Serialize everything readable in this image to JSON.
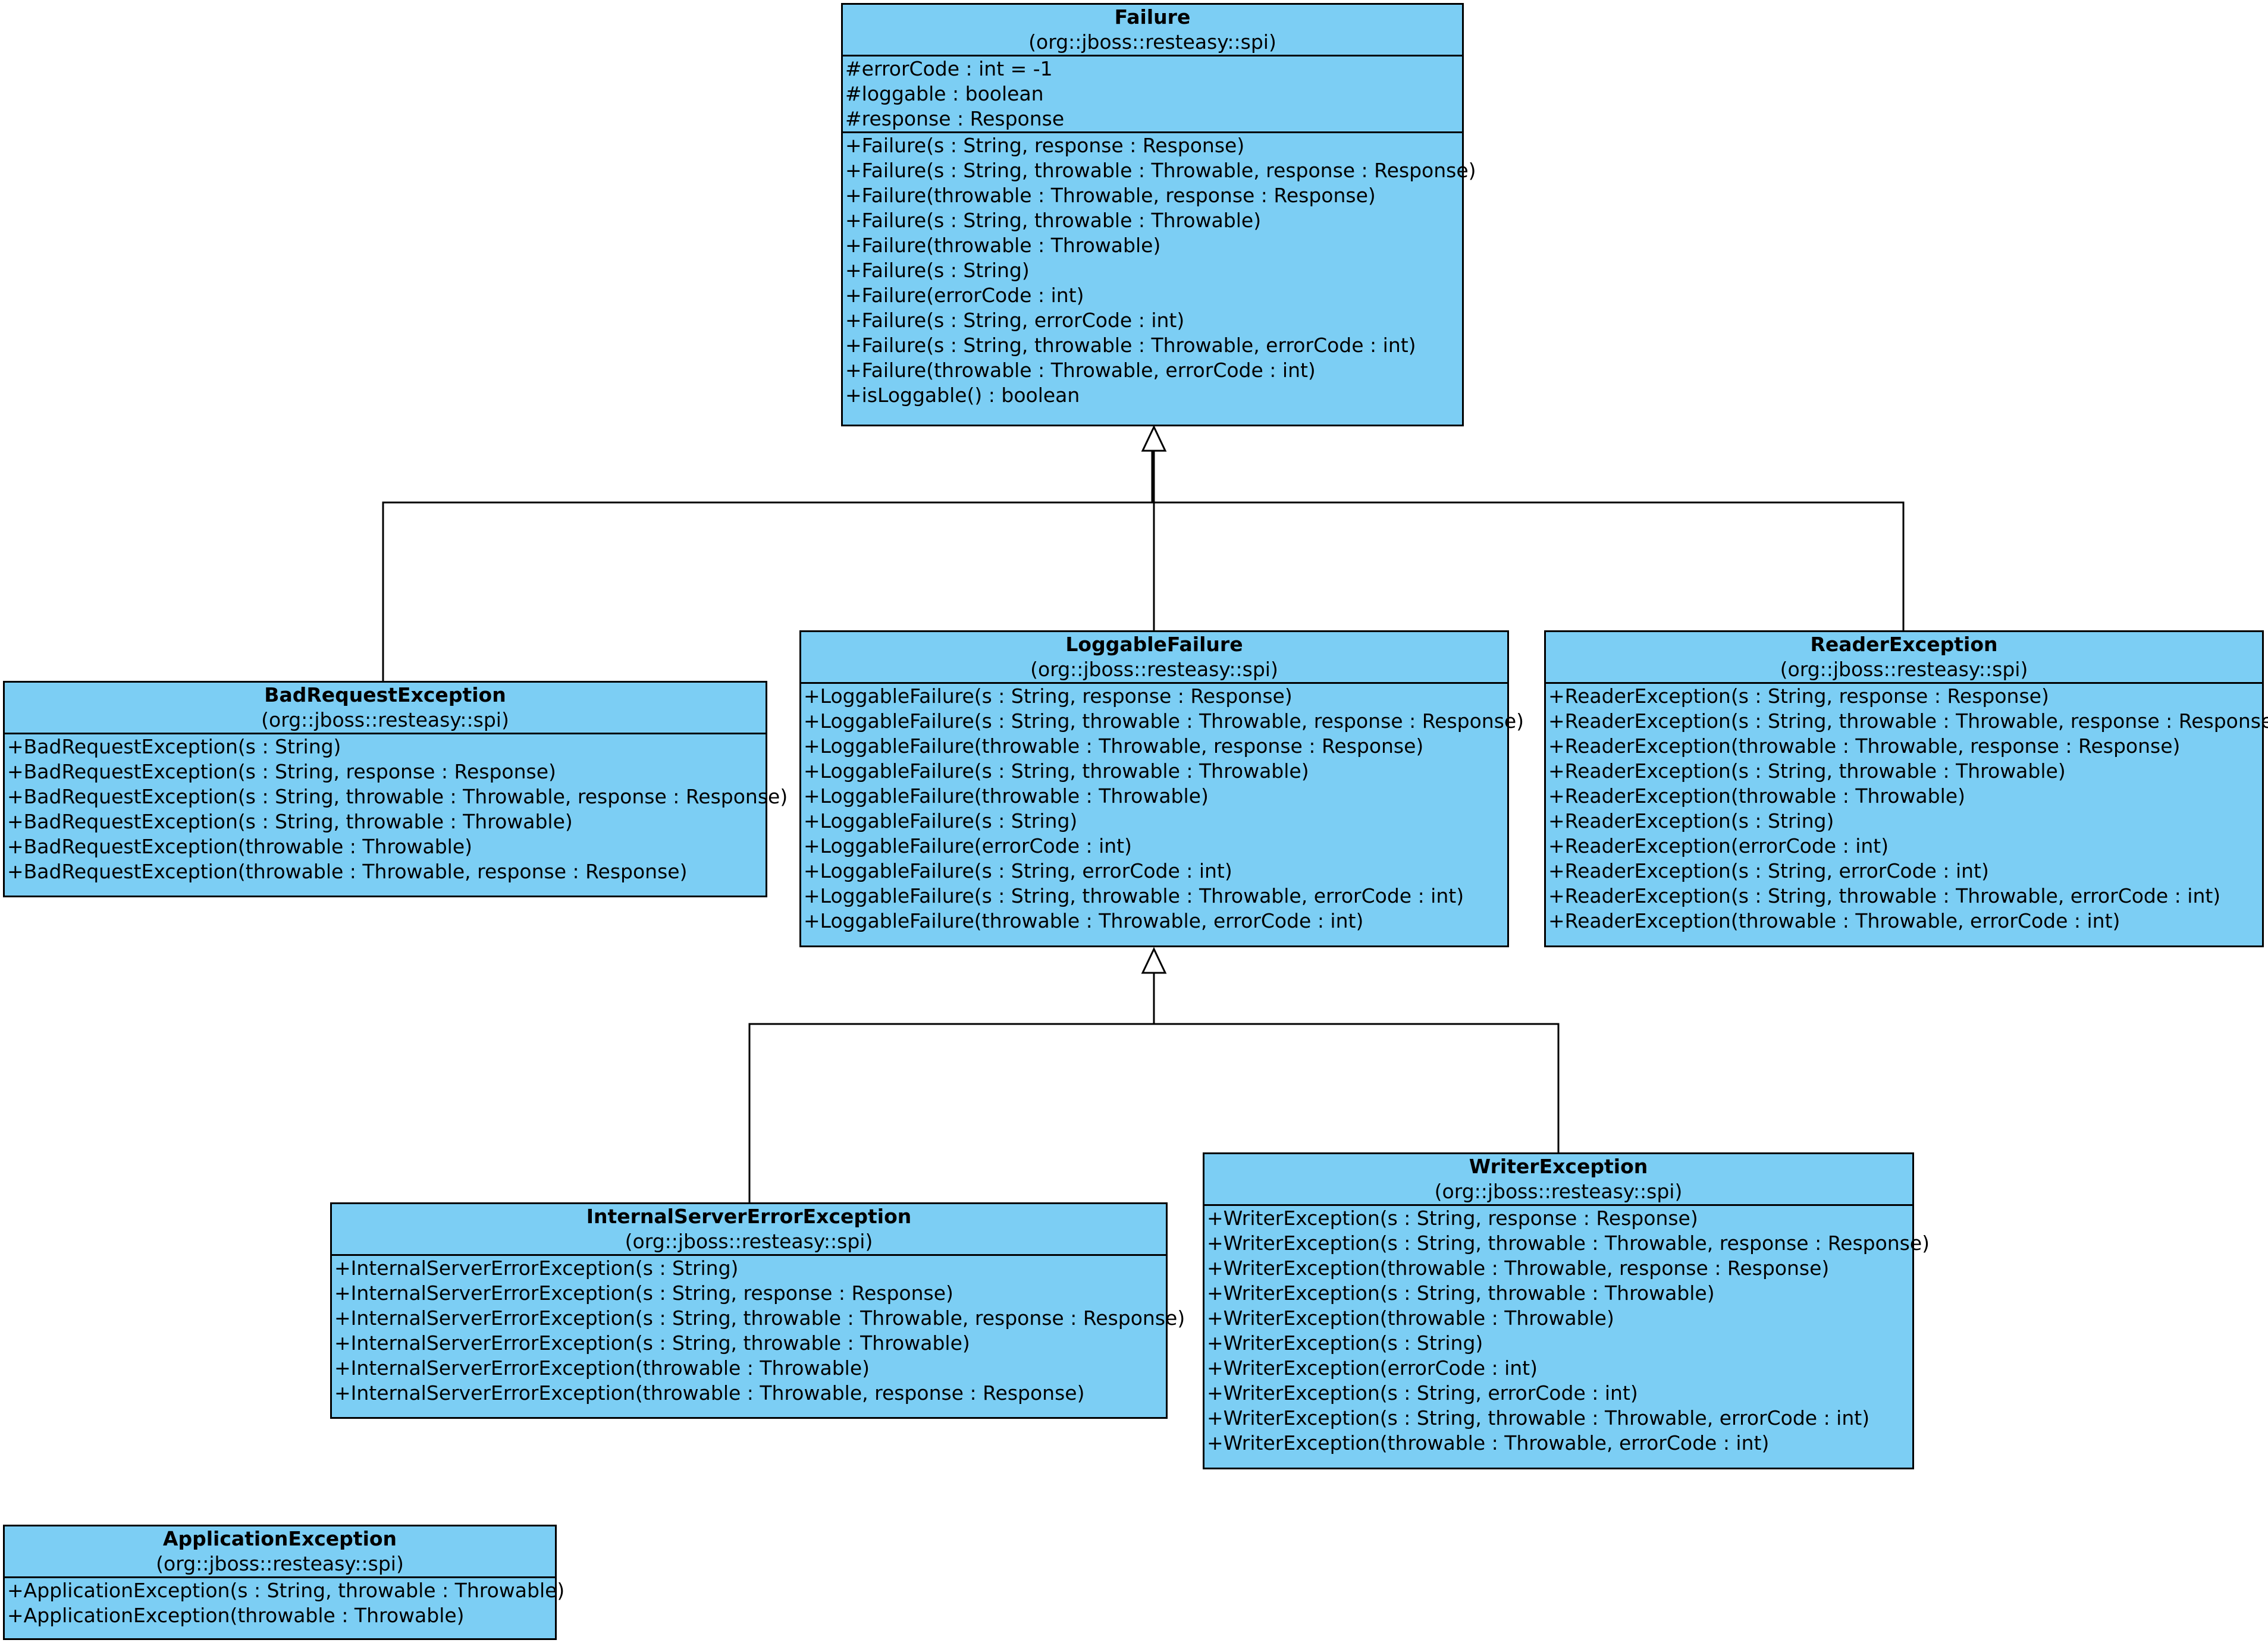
{
  "colors": {
    "class_fill": "#7ccef4",
    "line": "#000000",
    "background": "#ffffff"
  },
  "classes": {
    "failure": {
      "name": "Failure",
      "package": "(org::jboss::resteasy::spi)",
      "attributes": [
        "#errorCode : int = -1",
        "#loggable : boolean",
        "#response : Response"
      ],
      "operations": [
        "+Failure(s : String, response : Response)",
        "+Failure(s : String, throwable : Throwable, response : Response)",
        "+Failure(throwable : Throwable, response : Response)",
        "+Failure(s : String, throwable : Throwable)",
        "+Failure(throwable : Throwable)",
        "+Failure(s : String)",
        "+Failure(errorCode : int)",
        "+Failure(s : String, errorCode : int)",
        "+Failure(s : String, throwable : Throwable, errorCode : int)",
        "+Failure(throwable : Throwable, errorCode : int)",
        "+isLoggable() : boolean"
      ]
    },
    "bad_request": {
      "name": "BadRequestException",
      "package": "(org::jboss::resteasy::spi)",
      "operations": [
        "+BadRequestException(s : String)",
        "+BadRequestException(s : String, response : Response)",
        "+BadRequestException(s : String, throwable : Throwable, response : Response)",
        "+BadRequestException(s : String, throwable : Throwable)",
        "+BadRequestException(throwable : Throwable)",
        "+BadRequestException(throwable : Throwable, response : Response)"
      ]
    },
    "loggable_failure": {
      "name": "LoggableFailure",
      "package": "(org::jboss::resteasy::spi)",
      "operations": [
        "+LoggableFailure(s : String, response : Response)",
        "+LoggableFailure(s : String, throwable : Throwable, response : Response)",
        "+LoggableFailure(throwable : Throwable, response : Response)",
        "+LoggableFailure(s : String, throwable : Throwable)",
        "+LoggableFailure(throwable : Throwable)",
        "+LoggableFailure(s : String)",
        "+LoggableFailure(errorCode : int)",
        "+LoggableFailure(s : String, errorCode : int)",
        "+LoggableFailure(s : String, throwable : Throwable, errorCode : int)",
        "+LoggableFailure(throwable : Throwable, errorCode : int)"
      ]
    },
    "reader_exception": {
      "name": "ReaderException",
      "package": "(org::jboss::resteasy::spi)",
      "operations": [
        "+ReaderException(s : String, response : Response)",
        "+ReaderException(s : String, throwable : Throwable, response : Response)",
        "+ReaderException(throwable : Throwable, response : Response)",
        "+ReaderException(s : String, throwable : Throwable)",
        "+ReaderException(throwable : Throwable)",
        "+ReaderException(s : String)",
        "+ReaderException(errorCode : int)",
        "+ReaderException(s : String, errorCode : int)",
        "+ReaderException(s : String, throwable : Throwable, errorCode : int)",
        "+ReaderException(throwable : Throwable, errorCode : int)"
      ]
    },
    "internal_server_error": {
      "name": "InternalServerErrorException",
      "package": "(org::jboss::resteasy::spi)",
      "operations": [
        "+InternalServerErrorException(s : String)",
        "+InternalServerErrorException(s : String, response : Response)",
        "+InternalServerErrorException(s : String, throwable : Throwable, response : Response)",
        "+InternalServerErrorException(s : String, throwable : Throwable)",
        "+InternalServerErrorException(throwable : Throwable)",
        "+InternalServerErrorException(throwable : Throwable, response : Response)"
      ]
    },
    "writer_exception": {
      "name": "WriterException",
      "package": "(org::jboss::resteasy::spi)",
      "operations": [
        "+WriterException(s : String, response : Response)",
        "+WriterException(s : String, throwable : Throwable, response : Response)",
        "+WriterException(throwable : Throwable, response : Response)",
        "+WriterException(s : String, throwable : Throwable)",
        "+WriterException(throwable : Throwable)",
        "+WriterException(s : String)",
        "+WriterException(errorCode : int)",
        "+WriterException(s : String, errorCode : int)",
        "+WriterException(s : String, throwable : Throwable, errorCode : int)",
        "+WriterException(throwable : Throwable, errorCode : int)"
      ]
    },
    "application_exception": {
      "name": "ApplicationException",
      "package": "(org::jboss::resteasy::spi)",
      "operations": [
        "+ApplicationException(s : String, throwable : Throwable)",
        "+ApplicationException(throwable : Throwable)"
      ]
    }
  }
}
